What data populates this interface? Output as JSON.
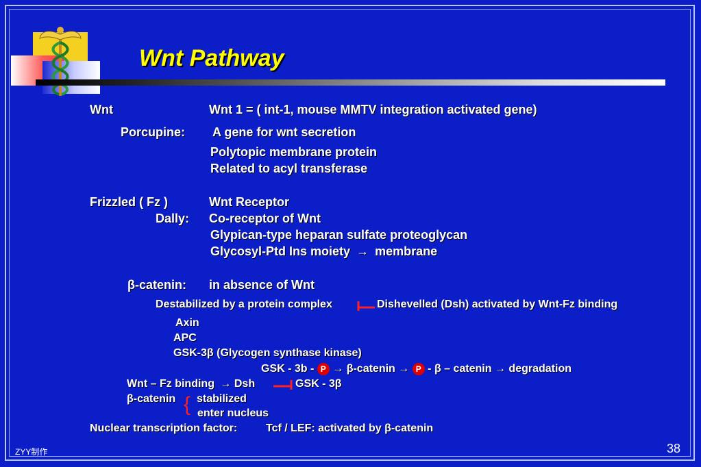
{
  "slide": {
    "title": "Wnt Pathway",
    "footer": "ZYY制作",
    "page_number": "38"
  },
  "lines": {
    "l1a": "Wnt",
    "l1b": "Wnt 1 =  ( int-1, mouse MMTV integration activated gene)",
    "l2a": "Porcupine:",
    "l2b": "A gene for wnt secretion",
    "l3": "Polytopic membrane protein",
    "l4": "Related to acyl transferase",
    "l5a": "Frizzled ( Fz )",
    "l5b": "Wnt Receptor",
    "l6a": "Dally:",
    "l6b": "Co-receptor of Wnt",
    "l7": "Glypican-type heparan sulfate proteoglycan",
    "l8a": "Glycosyl-Ptd Ins   moiety",
    "l8b": "membrane",
    "l9a": "β-catenin:",
    "l9b": "in absence of Wnt",
    "l10a": "Destabilized by a protein complex",
    "l10b": "Dishevelled (Dsh) activated by Wnt-Fz binding",
    "l11": "Axin",
    "l12": "APC",
    "l13": "GSK-3β (Glycogen synthase kinase)",
    "l14a": "GSK - 3b -",
    "l14b": "β-catenin",
    "l14c": "- β – catenin",
    "l14d": "degradation",
    "l15a": "Wnt – Fz binding",
    "l15b": "Dsh",
    "l15c": "GSK - 3β",
    "l16a": "β-catenin",
    "l16b": "stabilized",
    "l17": "enter nucleus",
    "l18a": "Nuclear transcription factor:",
    "l18b": "Tcf / LEF:  activated by β-catenin",
    "phospho": "P",
    "arrow": "→",
    "brace": "{"
  },
  "colors": {
    "background": "#0c1ec8",
    "title": "#ffff00",
    "text": "#ffffff",
    "inhibit": "#ff2020",
    "phospho": "#e00000"
  },
  "icons": [
    "caduceus-icon",
    "inhibition-arrow-icon"
  ]
}
